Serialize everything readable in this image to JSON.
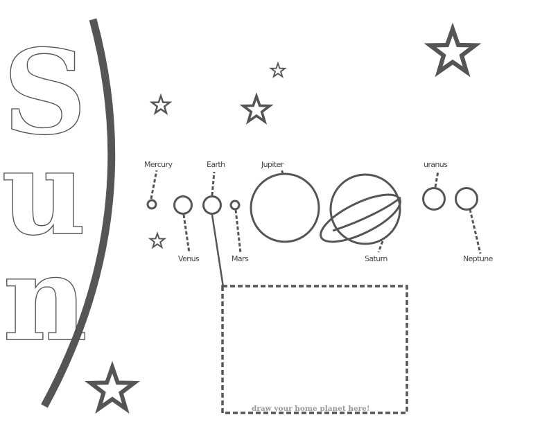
{
  "sun": {
    "letters": [
      "S",
      "u",
      "n"
    ]
  },
  "planets": [
    {
      "key": "mercury",
      "label": "Mercury"
    },
    {
      "key": "venus",
      "label": "Venus"
    },
    {
      "key": "earth",
      "label": "Earth"
    },
    {
      "key": "mars",
      "label": "Mars"
    },
    {
      "key": "jupiter",
      "label": "Jupiter"
    },
    {
      "key": "saturn",
      "label": "Saturn"
    },
    {
      "key": "uranus",
      "label": "uranus"
    },
    {
      "key": "neptune",
      "label": "Neptune"
    }
  ],
  "drawing_box": {
    "caption": "draw your home planet here!"
  },
  "colors": {
    "ink": "#555555",
    "caption": "#9a9a9a",
    "background": "#ffffff"
  }
}
